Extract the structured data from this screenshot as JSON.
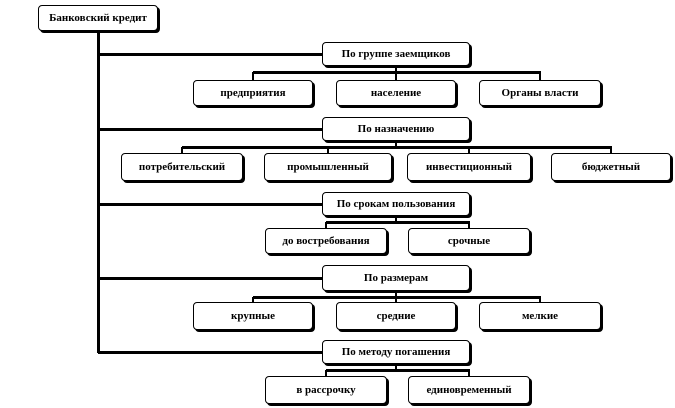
{
  "root": {
    "label": "Банковский кредит"
  },
  "groups": [
    {
      "label": "По   группе заемщиков",
      "items": [
        "предприятия",
        "население",
        "Органы власти"
      ]
    },
    {
      "label": "По назначению",
      "items": [
        "потребительский",
        "промышленный",
        "инвестиционный",
        "бюджетный"
      ]
    },
    {
      "label": "По срокам пользования",
      "items": [
        "до востребования",
        "срочные"
      ]
    },
    {
      "label": "По размерам",
      "items": [
        "крупные",
        "средние",
        "мелкие"
      ]
    },
    {
      "label": "По методу погашения",
      "items": [
        "в рассрочку",
        "единовременный"
      ]
    }
  ],
  "colors": {
    "stroke": "#000000",
    "fill": "#ffffff"
  }
}
